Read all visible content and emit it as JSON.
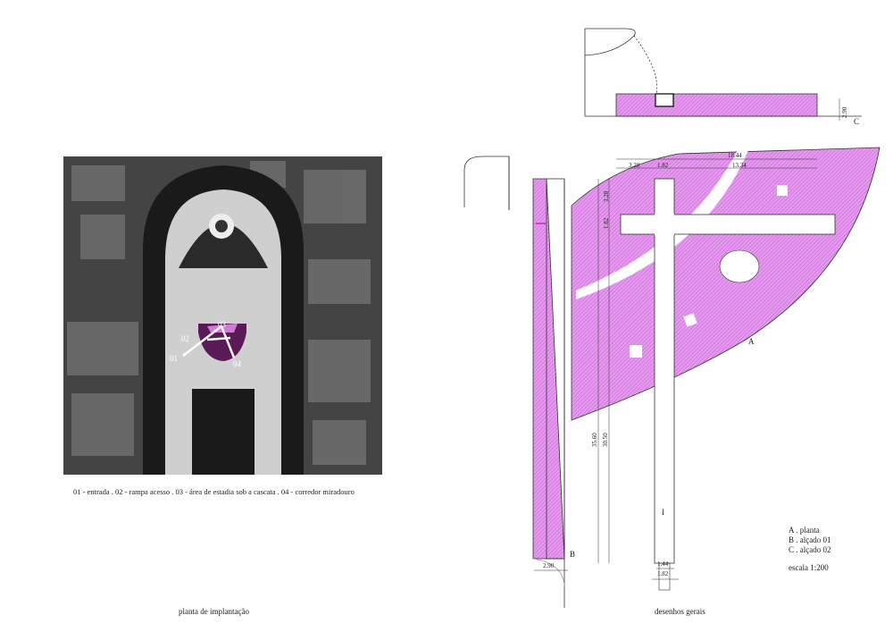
{
  "site_plan": {
    "labels": [
      "01",
      "02",
      "03",
      "04"
    ],
    "caption": "01 - entrada   .   02 - rampa acesso   .   03 - área de estadia sob a cascata   .   04 - corredor miradouro",
    "title": "planta de implantação"
  },
  "drawings": {
    "title": "desenhos gerais",
    "dims": {
      "d1844": "18.44",
      "d328h": "3.28",
      "d182h": "1.82",
      "d1334": "13.34",
      "d328v": "3.28",
      "d182v": "1.82",
      "d3560": "35.60",
      "d3050": "30.50",
      "d144": "1.44",
      "d182b": "1.82",
      "d290b": "2.90",
      "d290c": "2.90"
    },
    "markers": {
      "a": "A",
      "b": "B",
      "c": "C",
      "i": "I"
    },
    "legend": [
      "A . planta",
      "B . alçado 01",
      "C . alçado 02"
    ],
    "scale": "escala 1:200"
  },
  "colors": {
    "pink": "#e08ae6",
    "purple": "#5a1a55"
  }
}
